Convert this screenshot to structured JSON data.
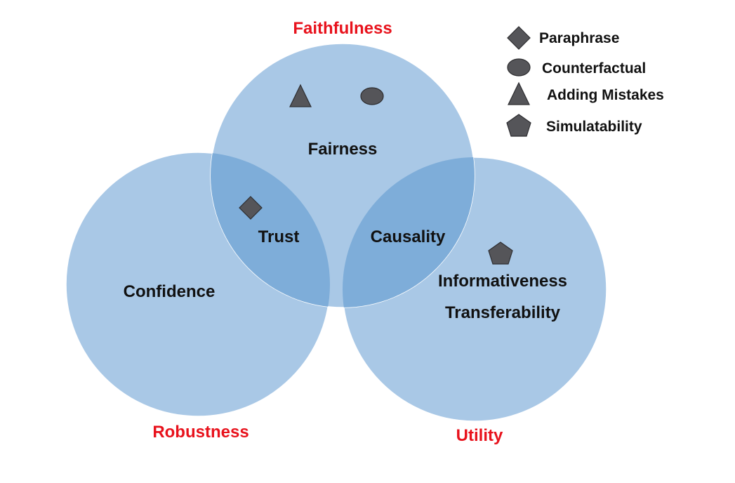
{
  "sets": {
    "faithfulness": "Faithfulness",
    "robustness": "Robustness",
    "utility": "Utility"
  },
  "regions": {
    "fairness": "Fairness",
    "confidence": "Confidence",
    "trust": "Trust",
    "causality": "Causality",
    "informativeness": "Informativeness",
    "transferability": "Transferability"
  },
  "legend": {
    "paraphrase": "Paraphrase",
    "counterfactual": "Counterfactual",
    "adding_mistakes": "Adding Mistakes",
    "simulatability": "Simulatability"
  },
  "colors": {
    "circle_fill": "#a9c8e6",
    "overlap_fill": "#7eadd9",
    "set_label": "#e8121c",
    "marker_fill": "#555559"
  },
  "icons": [
    "diamond-icon",
    "ellipse-icon",
    "triangle-icon",
    "pentagon-icon"
  ]
}
